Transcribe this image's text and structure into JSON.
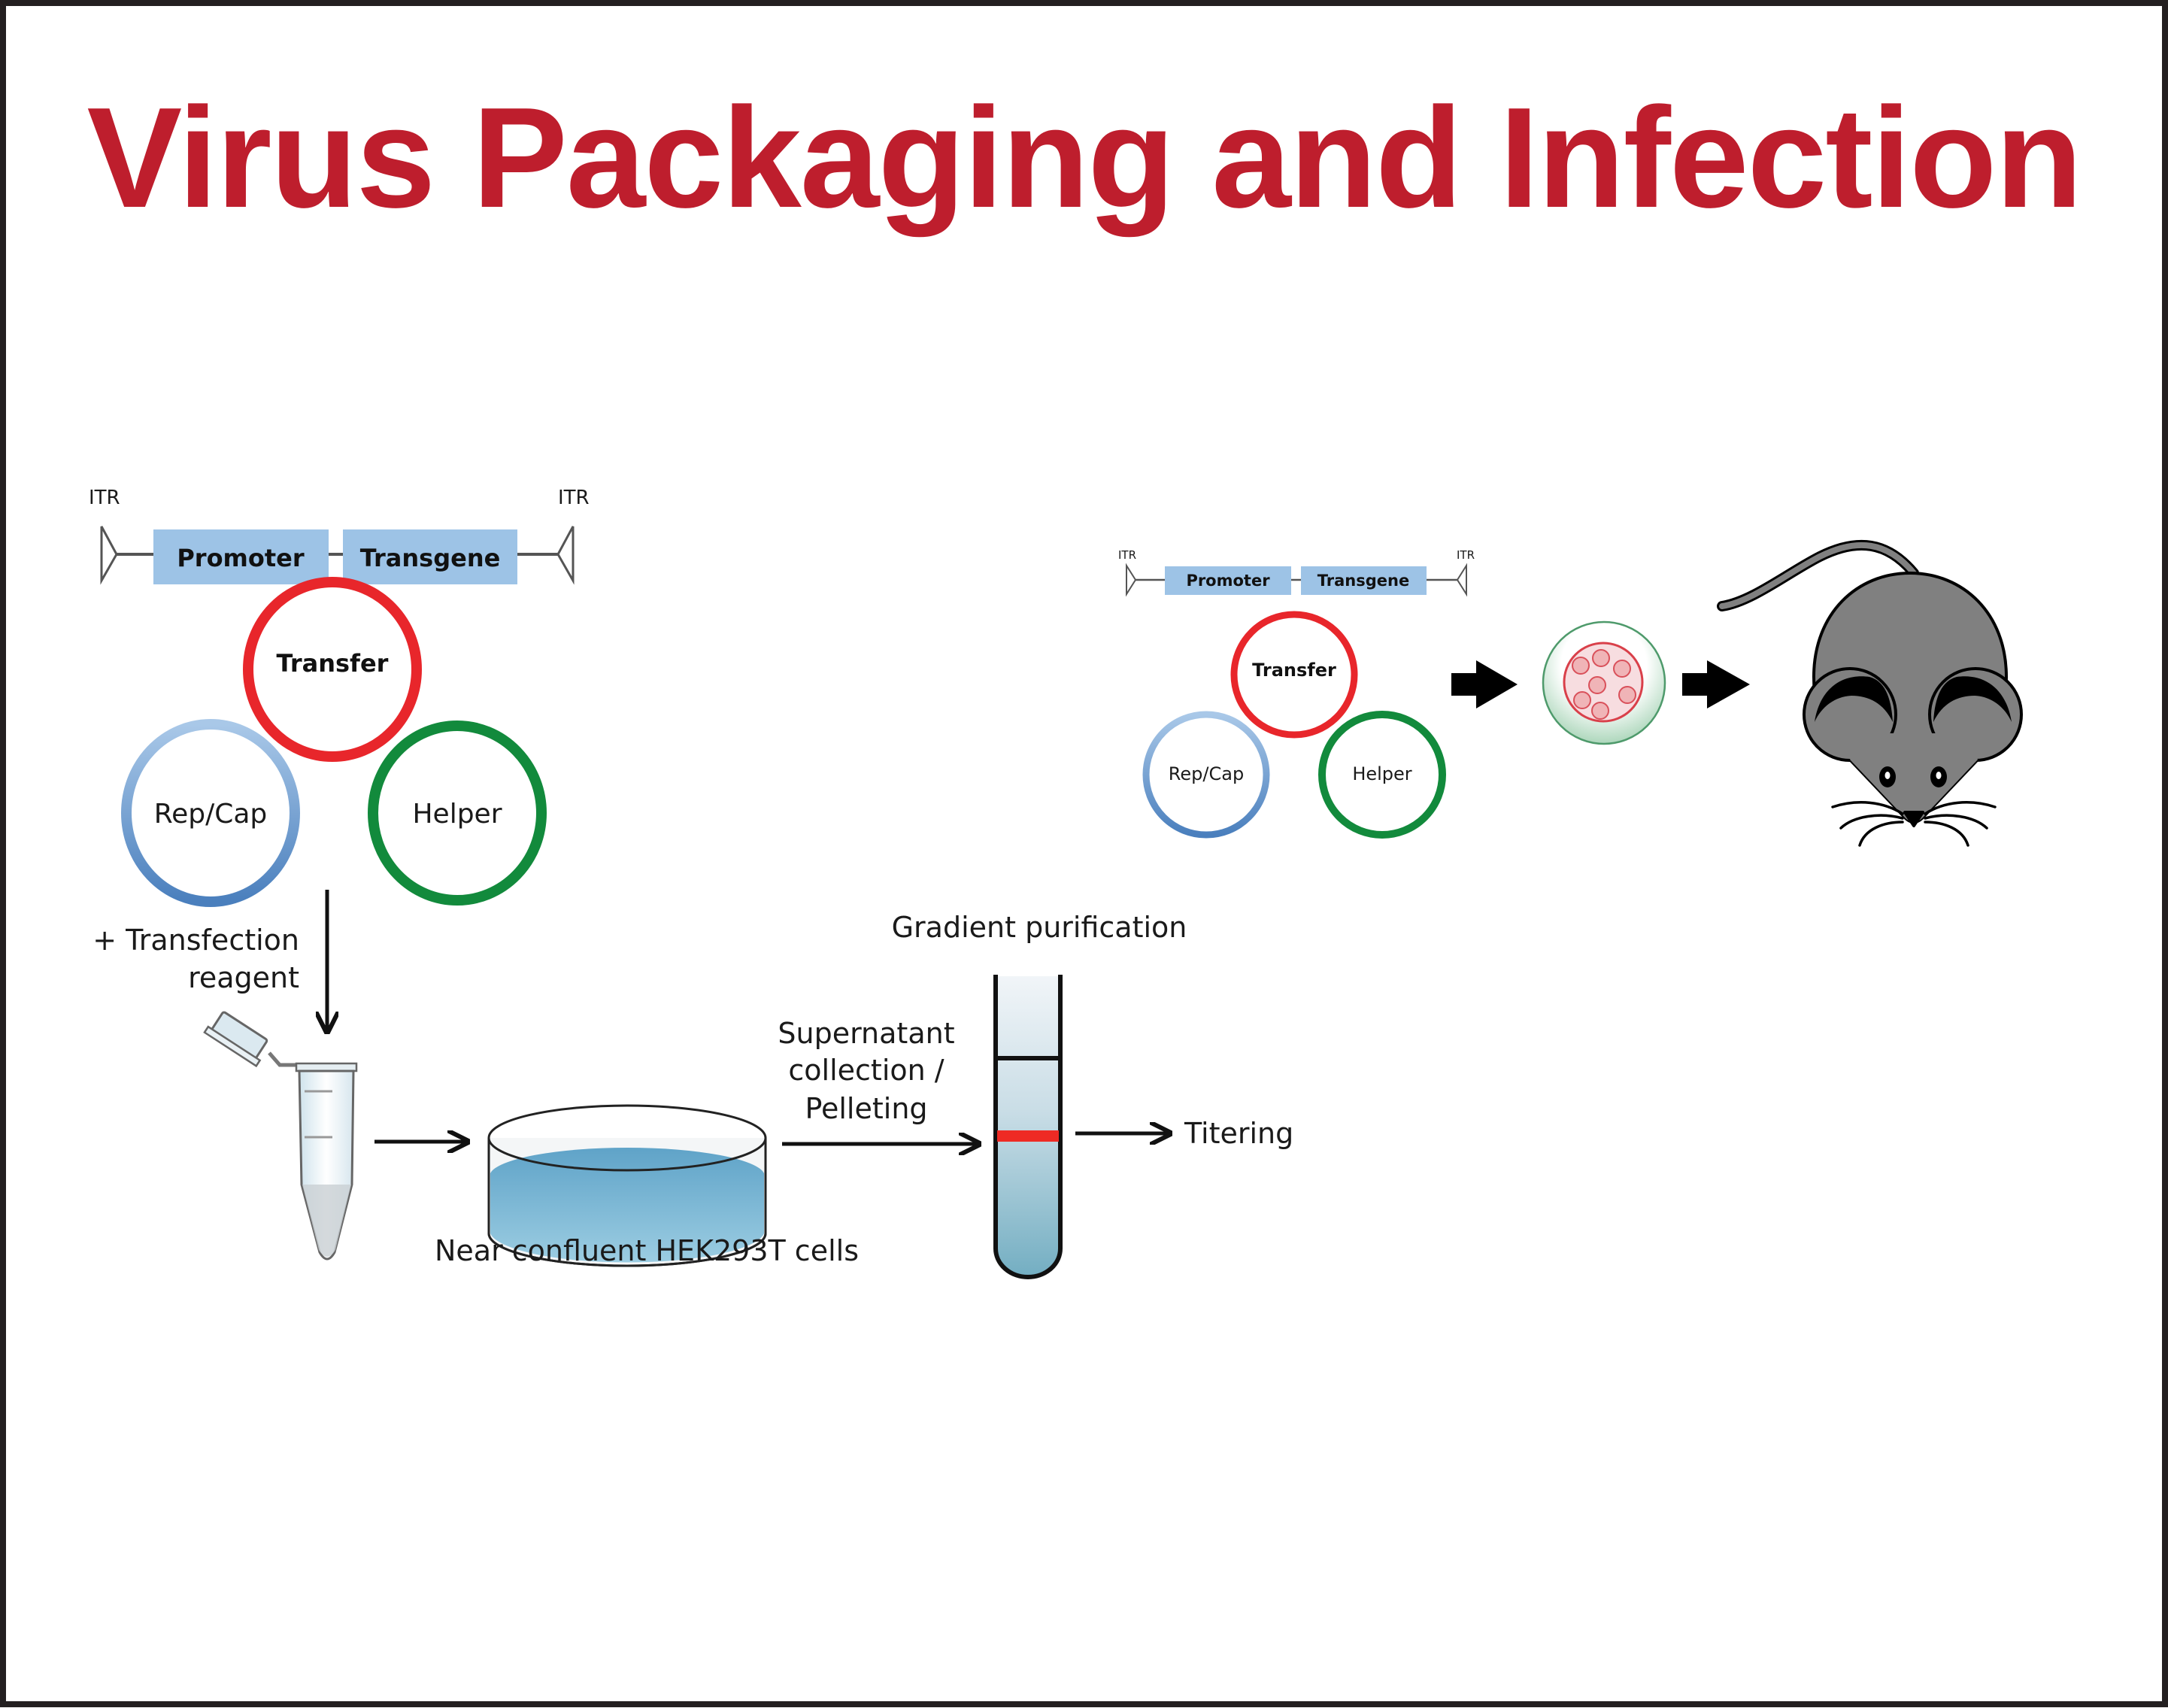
{
  "title": "Virus Packaging and Infection",
  "colors": {
    "title": "#be1e2d",
    "frame": "#231f20",
    "segment_fill": "#9dc3e6",
    "transfer_ring": "#e8262b",
    "repcap_ring": "#6b9bd1",
    "helper_ring": "#128a3c",
    "mouse_body": "#808080",
    "band_red": "#ee2a24"
  },
  "packaging": {
    "construct": {
      "itr_left": "ITR",
      "itr_right": "ITR",
      "segments": [
        "Promoter",
        "Transgene"
      ]
    },
    "plasmids": {
      "transfer": "Transfer",
      "repcap": "Rep/Cap",
      "helper": "Helper"
    },
    "transfection_label": [
      "+ Transfection",
      "reagent"
    ],
    "dish_label": "Near confluent HEK293T cells",
    "collection_label": [
      "Supernatant",
      "collection /",
      "Pelleting"
    ],
    "gradient_label": "Gradient purification",
    "titering_label": "Titering"
  },
  "infection": {
    "construct": {
      "itr_left": "ITR",
      "itr_right": "ITR",
      "segments": [
        "Promoter",
        "Transgene"
      ]
    },
    "plasmids": {
      "transfer": "Transfer",
      "repcap": "Rep/Cap",
      "helper": "Helper"
    },
    "steps": [
      "plasmids",
      "infected-cell",
      "mouse"
    ]
  }
}
